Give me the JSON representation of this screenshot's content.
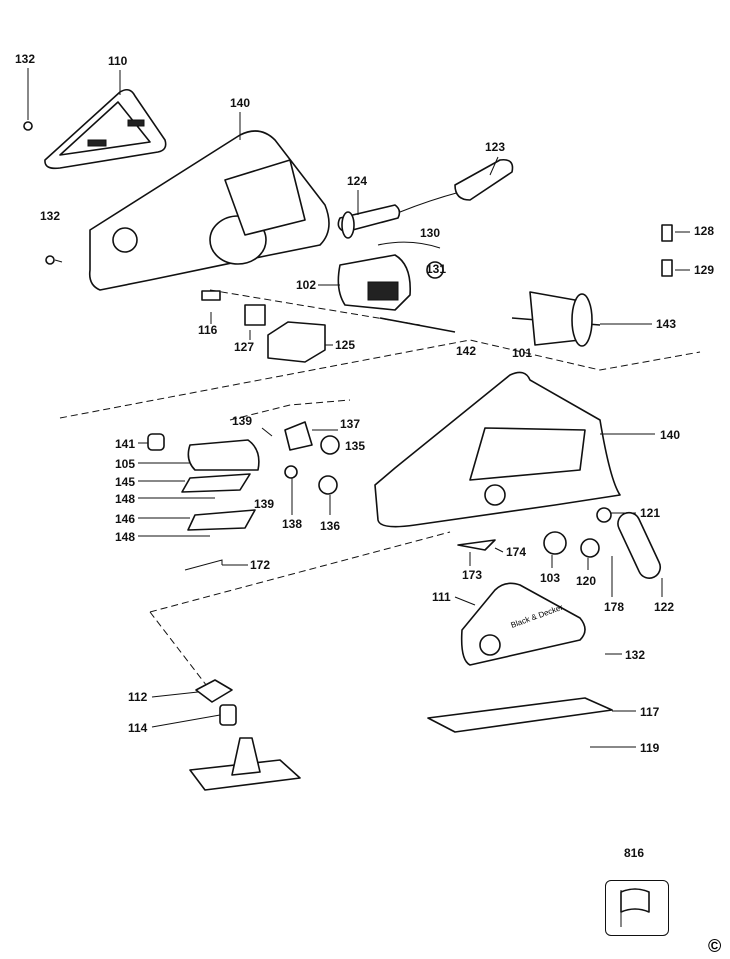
{
  "diagram": {
    "type": "exploded parts diagram",
    "part_labels": [
      "132",
      "110",
      "140",
      "124",
      "123",
      "130",
      "128",
      "129",
      "132",
      "131",
      "102",
      "116",
      "127",
      "125",
      "142",
      "101",
      "143",
      "139",
      "137",
      "141",
      "135",
      "140",
      "105",
      "145",
      "139",
      "148",
      "138",
      "136",
      "121",
      "146",
      "148",
      "174",
      "173",
      "103",
      "120",
      "178",
      "122",
      "172",
      "111",
      "132",
      "112",
      "117",
      "114",
      "119"
    ],
    "logo_text": "Black & Decker",
    "page_ref": "816",
    "copyright": "©"
  }
}
